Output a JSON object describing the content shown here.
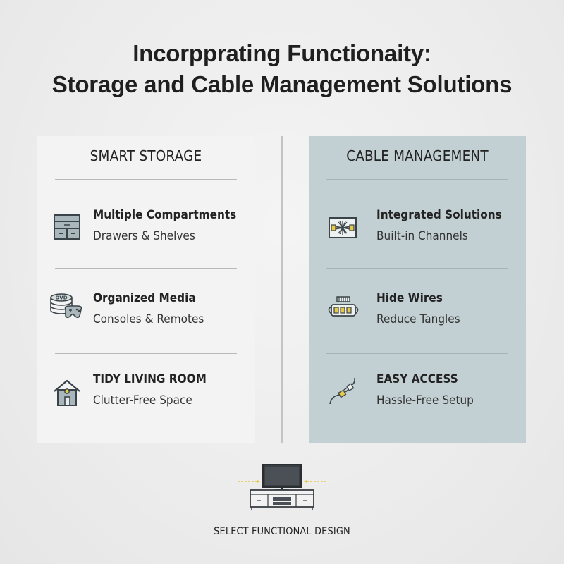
{
  "title": {
    "line1": "Incorpprating Functionaity:",
    "line2": "Storage and Cable Management Solutions"
  },
  "left_panel": {
    "heading": "SMART STORAGE",
    "items": [
      {
        "label": "Multiple Compartments",
        "sub": "Drawers & Shelves",
        "icon": "drawer-shelf-icon"
      },
      {
        "label": "Organized Media",
        "sub": "Consoles & Remotes",
        "icon": "dvd-gamepad-icon"
      },
      {
        "label": "TIDY LIVING ROOM",
        "sub": "Clutter-Free Space",
        "icon": "house-icon"
      }
    ]
  },
  "right_panel": {
    "heading": "CABLE MANAGEMENT",
    "items": [
      {
        "label": "Integrated Solutions",
        "sub": "Built-in Channels",
        "icon": "cable-channel-icon"
      },
      {
        "label": "Hide Wires",
        "sub": "Reduce Tangles",
        "icon": "power-strip-icon"
      },
      {
        "label": "EASY ACCESS",
        "sub": "Hassle-Free Setup",
        "icon": "plug-cable-icon"
      }
    ]
  },
  "footer": {
    "text": "SELECT FUNCTIONAL DESIGN",
    "icon": "tv-stand-icon"
  },
  "colors": {
    "left_panel_bg": "#f3f3f3",
    "right_panel_bg": "#c3d0d3",
    "icon_fill": "#a9b7bd",
    "accent_yellow": "#e6c84a"
  },
  "icon_text": {
    "dvd": "DVD"
  }
}
